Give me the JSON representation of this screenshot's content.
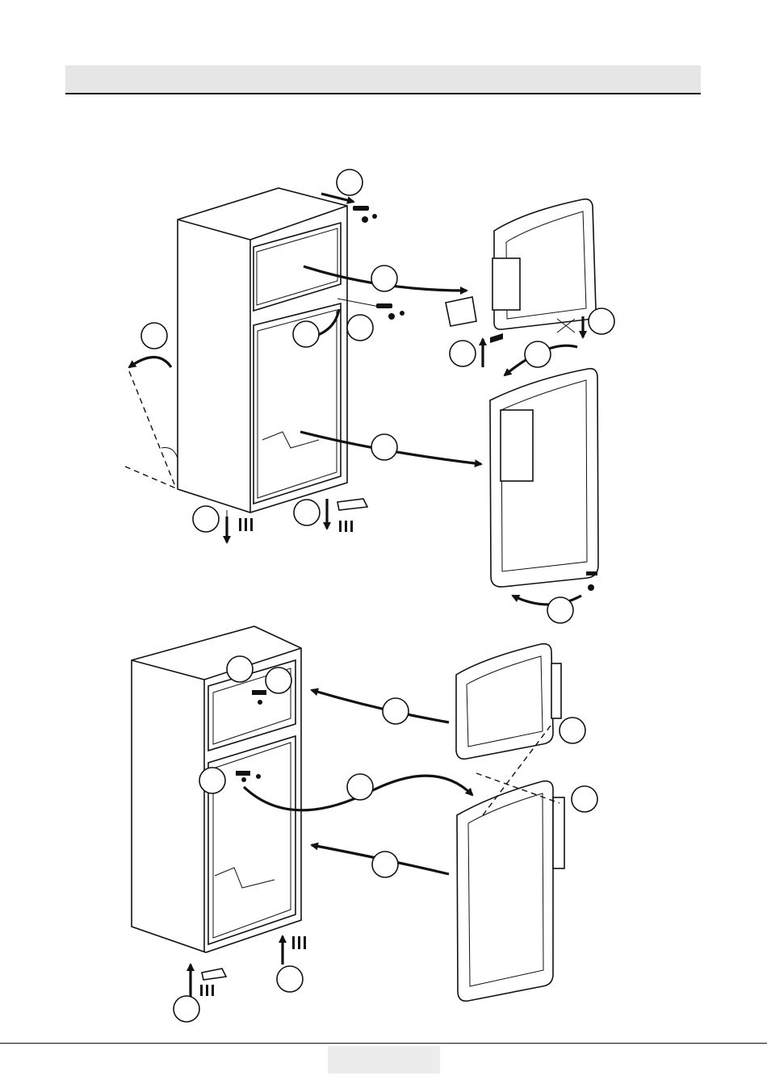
{
  "page": {
    "header_text": "",
    "page_number": ""
  },
  "figure": {
    "icons": [
      "refrigerator-cabinet",
      "freezer-door",
      "fridge-door",
      "hinge",
      "screw",
      "arrow",
      "step-circle"
    ]
  }
}
